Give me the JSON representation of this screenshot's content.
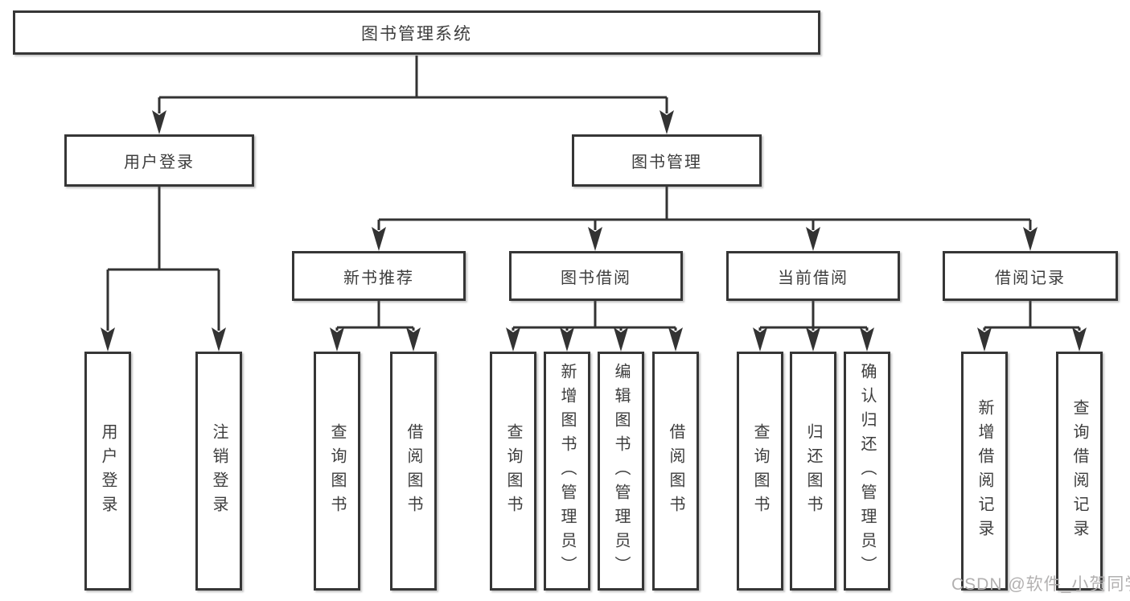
{
  "diagram_title": "图书管理系统",
  "watermark": "CSDN @软件_小贺同学",
  "colors": {
    "line": "#333333",
    "border": "#363636",
    "text": "#3d3d3d",
    "box_background": "#ffffff",
    "watermark": "#b2b0b0"
  },
  "nodes": {
    "root": "图书管理系统",
    "user_login": "用户登录",
    "book_management": "图书管理",
    "new_book_recommend": "新书推荐",
    "book_borrowing": "图书借阅",
    "current_borrowing": "当前借阅",
    "borrowing_records": "借阅记录",
    "leaf_user_login": "用户登录",
    "leaf_logout_login": "注销登录",
    "leaf_recommend_query_books": "查询图书",
    "leaf_recommend_borrow_books": "借阅图书",
    "leaf_borrowing_query_books": "查询图书",
    "leaf_borrowing_add_books": "新增图书（管理员）",
    "leaf_borrowing_edit_books": "编辑图书（管理员）",
    "leaf_borrowing_borrow_books": "借阅图书",
    "leaf_current_query_books": "查询图书",
    "leaf_current_return_books": "归还图书",
    "leaf_current_confirm_return": "确认归还（管理员）",
    "leaf_records_add_record": "新增借阅记录",
    "leaf_records_query_record": "查询借阅记录"
  }
}
